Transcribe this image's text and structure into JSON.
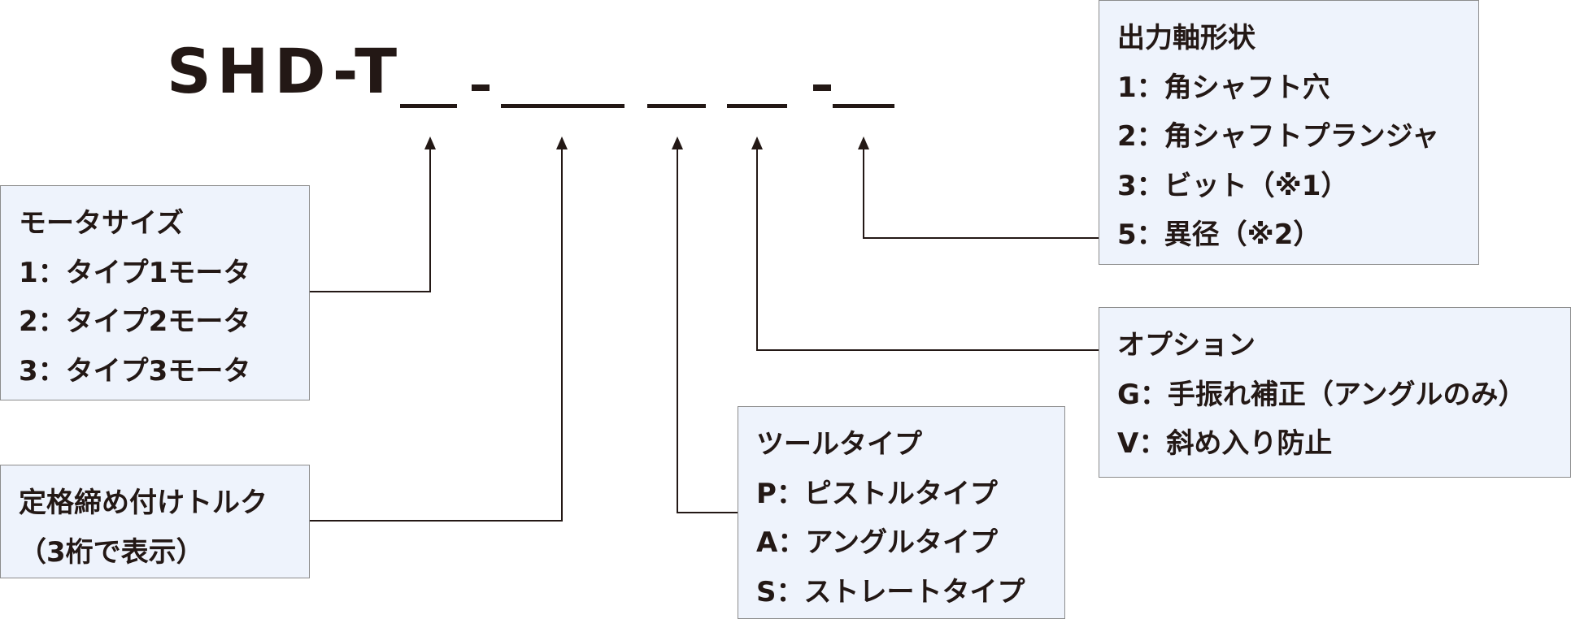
{
  "model": {
    "prefix": "SHD-T"
  },
  "boxes": {
    "motor_size": {
      "title": "モータサイズ",
      "items": [
        "1：タイプ1モータ",
        "2：タイプ2モータ",
        "3：タイプ3モータ"
      ]
    },
    "torque": {
      "title": "定格締め付けトルク",
      "items": [
        "（3桁で表示）"
      ]
    },
    "tool_type": {
      "title": "ツールタイプ",
      "items": [
        "P：ピストルタイプ",
        "A：アングルタイプ",
        "S：ストレートタイプ"
      ]
    },
    "option": {
      "title": "オプション",
      "items": [
        "G：手振れ補正（アングルのみ）",
        "V：斜め入り防止"
      ]
    },
    "output_shaft": {
      "title": "出力軸形状",
      "items": [
        "1：角シャフト穴",
        "2：角シャフトプランジャ",
        "3：ビット（※1）",
        "5：異径（※2）"
      ]
    }
  },
  "colors": {
    "text": "#231815",
    "box_fill": "#eef3fc",
    "box_border": "#8c8c8c",
    "line": "#231815"
  }
}
